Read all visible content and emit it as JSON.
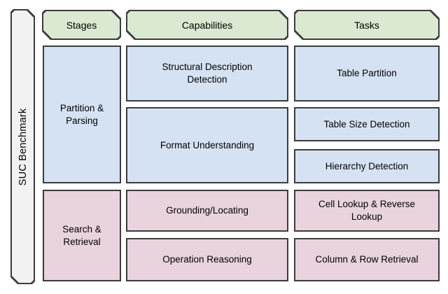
{
  "bar": {
    "label": "SUC Benchmark"
  },
  "headers": {
    "stages": "Stages",
    "capabilities": "Capabilities",
    "tasks": "Tasks"
  },
  "stages": {
    "partition_parsing": "Partition & Parsing",
    "search_retrieval": "Search & Retrieval"
  },
  "capabilities": {
    "structural_description_detection": "Structural Description Detection",
    "format_understanding": "Format Understanding",
    "grounding_locating": "Grounding/Locating",
    "operation_reasoning": "Operation Reasoning"
  },
  "tasks": {
    "table_partition": "Table Partition",
    "table_size_detection": "Table Size Detection",
    "hierarchy_detection": "Hierarchy Detection",
    "cell_lookup_reverse_lookup": "Cell Lookup & Reverse Lookup",
    "column_row_retrieval": "Column & Row Retrieval"
  },
  "colors": {
    "header_green": "#dbe8d2",
    "partition_parsing_blue": "#d5e2f3",
    "search_retrieval_pink": "#e9d3df",
    "benchmark_bar_gray": "#f2f2f2",
    "border_dark": "#3c3c3c",
    "background": "#ffffff"
  }
}
